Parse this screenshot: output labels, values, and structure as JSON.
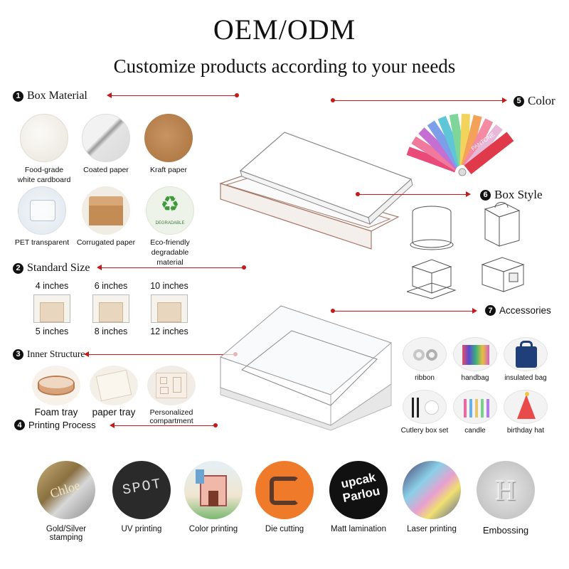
{
  "header": {
    "title": "OEM/ODM",
    "subtitle": "Customize products according to your needs"
  },
  "sections": {
    "box_material": {
      "num": "1",
      "label": "Box Material"
    },
    "standard_size": {
      "num": "2",
      "label": "Standard Size"
    },
    "inner_structure": {
      "num": "3",
      "label": "Inner Structure"
    },
    "printing_process": {
      "num": "4",
      "label": "Printing Process"
    },
    "color": {
      "num": "5",
      "label": "Color"
    },
    "box_style": {
      "num": "6",
      "label": "Box Style"
    },
    "accessories": {
      "num": "7",
      "label": "Accessories"
    }
  },
  "materials": [
    {
      "line1": "Food-grade",
      "line2": "white cardboard",
      "icon": "cardboard-icon"
    },
    {
      "line1": "Coated paper",
      "line2": "",
      "icon": "coated-paper-icon"
    },
    {
      "line1": "Kraft paper",
      "line2": "",
      "icon": "kraft-paper-icon"
    },
    {
      "line1": "PET transparent",
      "line2": "",
      "icon": "pet-icon"
    },
    {
      "line1": "Corrugated paper",
      "line2": "",
      "icon": "corrugated-icon"
    },
    {
      "line1": "Eco-friendly",
      "line2": "degradable material",
      "icon": "recycle-icon"
    }
  ],
  "eco_badge_text": "DEGRADABLE",
  "sizes": [
    {
      "top": "4 inches",
      "bottom": "5 inches"
    },
    {
      "top": "6 inches",
      "bottom": "8 inches"
    },
    {
      "top": "10 inches",
      "bottom": "12 inches"
    }
  ],
  "inner": [
    {
      "label": "Foam tray"
    },
    {
      "label": "paper tray"
    },
    {
      "label": "Personalized",
      "label2": "compartment"
    }
  ],
  "pantone_label": "PANTONE",
  "accessories": [
    {
      "label": "ribbon"
    },
    {
      "label": "handbag"
    },
    {
      "label": "insulated bag"
    },
    {
      "label": "Cutlery box set"
    },
    {
      "label": "candle"
    },
    {
      "label": "birthday hat"
    }
  ],
  "printing": [
    {
      "label": "Gold/Silver stamping",
      "art": "Chloe"
    },
    {
      "label": "UV printing",
      "art": "SPOT"
    },
    {
      "label": "Color printing",
      "art": ""
    },
    {
      "label": "Die cutting",
      "art": ""
    },
    {
      "label": "Matt lamination",
      "art": "upcak Parlou"
    },
    {
      "label": "Laser printing",
      "art": ""
    },
    {
      "label": "Embossing",
      "art": "H"
    }
  ],
  "colors": {
    "accent": "#c31a1a",
    "kraft": "#b9834e",
    "dark": "#111111"
  }
}
